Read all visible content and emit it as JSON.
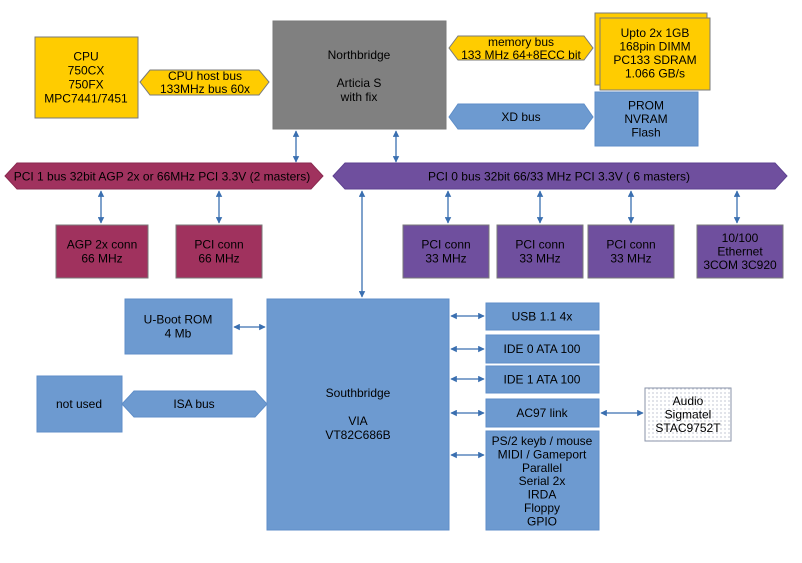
{
  "nodes": {
    "cpu": [
      "CPU",
      "750CX",
      "750FX",
      "MPC7441/7451"
    ],
    "northbridge": [
      "Northbridge",
      "",
      "Articia S",
      "with fix"
    ],
    "dimm": [
      "Upto 2x 1GB",
      "168pin DIMM",
      "PC133 SDRAM",
      "1.066 GB/s"
    ],
    "prom": [
      "PROM",
      "NVRAM",
      "Flash"
    ],
    "agp_conn": [
      "AGP 2x conn",
      "66 MHz"
    ],
    "pci1_conn": [
      "PCI conn",
      "66 MHz"
    ],
    "pci0_conn_a": [
      "PCI conn",
      "33 MHz"
    ],
    "pci0_conn_b": [
      "PCI conn",
      "33 MHz"
    ],
    "pci0_conn_c": [
      "PCI conn",
      "33 MHz"
    ],
    "ethernet": [
      "10/100",
      "Ethernet",
      "3COM 3C920"
    ],
    "uboot": [
      "U-Boot ROM",
      "4 Mb"
    ],
    "not_used": [
      "not used"
    ],
    "southbridge": [
      "Southbridge",
      "",
      "VIA",
      "VT82C686B"
    ],
    "usb": [
      "USB 1.1 4x"
    ],
    "ide0": [
      "IDE 0 ATA 100"
    ],
    "ide1": [
      "IDE 1 ATA 100"
    ],
    "ac97": [
      "AC97 link"
    ],
    "audio": [
      "Audio",
      "Sigmatel",
      "STAC9752T"
    ],
    "legacy_io": [
      "PS/2 keyb / mouse",
      "MIDI / Gameport",
      "Parallel",
      "Serial 2x",
      "IRDA",
      "Floppy",
      "GPIO"
    ]
  },
  "buses": {
    "cpu_host_bus": [
      "CPU host bus",
      "133MHz bus 60x"
    ],
    "memory_bus": [
      "memory bus",
      "133 MHz 64+8ECC bit"
    ],
    "xd_bus": [
      "XD bus"
    ],
    "pci1_bus": [
      "PCI 1 bus 32bit AGP 2x or 66MHz PCI 3.3V (2 masters)"
    ],
    "pci0_bus": [
      "PCI 0 bus 32bit 66/33 MHz PCI 3.3V ( 6 masters)"
    ],
    "isa_bus": [
      "ISA bus"
    ]
  },
  "colors": {
    "yellow": "#ffcc00",
    "northbridge_gray": "#808080",
    "blue": "#6d9ad0",
    "purple": "#6f4f9e",
    "wine": "#a0325e",
    "connector": "#3a6fb0"
  }
}
